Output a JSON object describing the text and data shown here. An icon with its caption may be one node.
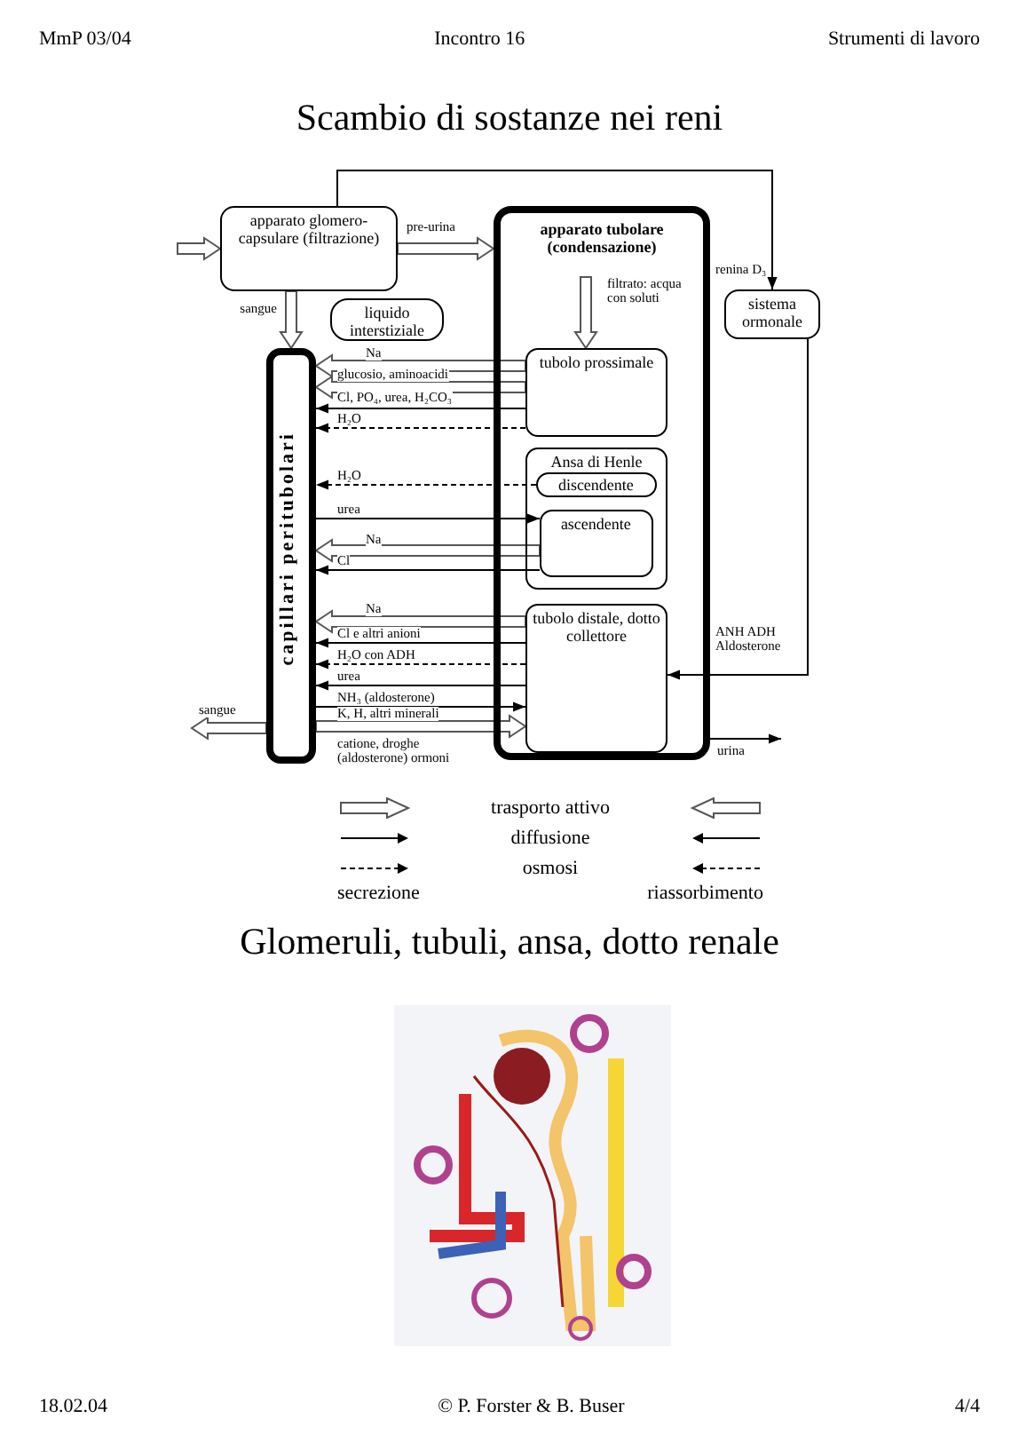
{
  "diagram": {
    "title": "Scambio di sostanze nei reni",
    "nodes": [
      {
        "text": [
          "apparato glomero-capsulare (filtrazione)"
        ]
      },
      {
        "text": [
          "liquido interstiziale"
        ]
      },
      {
        "text": [
          "apparato tubolare (condensazione)"
        ]
      },
      {
        "text": [
          "tubolo prossimale"
        ],
        "in": 2
      },
      {
        "text": [
          "Ansa di Henle"
        ],
        "in": 2
      },
      {
        "text": [
          "discendente"
        ],
        "in": 4
      },
      {
        "text": [
          "ascendente"
        ],
        "in": 4
      },
      {
        "text": [
          "tubolo distale, dotto collettore"
        ],
        "in": 2
      },
      {
        "text": [
          "sistema ormonale"
        ]
      },
      {
        "text": [
          "capillari peritubolari"
        ]
      }
    ],
    "edges": [
      {
        "from": null,
        "to": 0,
        "arrow": "to",
        "style": "thick"
      },
      {
        "from": 0,
        "to": 2,
        "arrow": "to",
        "label": "pre-urina",
        "style": "thick"
      },
      {
        "from": 0,
        "to": 9,
        "arrow": "to",
        "label": "sangue",
        "style": "thick"
      },
      {
        "from": 0,
        "to": 8,
        "arrow": "to",
        "label": "renina D₃"
      },
      {
        "from": null,
        "to": 3,
        "arrow": "to",
        "label": "filtrato: acqua con soluti",
        "style": "thick"
      },
      {
        "from": 3,
        "to": 9,
        "arrow": "to",
        "label": "Na",
        "style": "thick"
      },
      {
        "from": 3,
        "to": 9,
        "arrow": "to",
        "label": "glucosio, aminoacidi",
        "style": "thick"
      },
      {
        "from": 3,
        "to": 9,
        "arrow": "to",
        "label": "Cl, PO₄, urea, H₂CO₃"
      },
      {
        "from": 3,
        "to": 9,
        "arrow": "to",
        "label": "H₂O",
        "style": "dashed"
      },
      {
        "from": 5,
        "to": 9,
        "arrow": "to",
        "label": "H₂O",
        "style": "dashed"
      },
      {
        "from": 9,
        "to": 6,
        "arrow": "to",
        "label": "urea"
      },
      {
        "from": 6,
        "to": 9,
        "arrow": "to",
        "label": "Na",
        "style": "thick"
      },
      {
        "from": 6,
        "to": 9,
        "arrow": "to",
        "label": "Cl"
      },
      {
        "from": 7,
        "to": 9,
        "arrow": "to",
        "label": "Na",
        "style": "thick"
      },
      {
        "from": 7,
        "to": 9,
        "arrow": "to",
        "label": "Cl e altri anioni"
      },
      {
        "from": 7,
        "to": 9,
        "arrow": "to",
        "label": "H₂O con ADH",
        "style": "dashed"
      },
      {
        "from": 7,
        "to": 9,
        "arrow": "to",
        "label": "urea"
      },
      {
        "from": 9,
        "to": 7,
        "arrow": "to",
        "label": "NH₃ (aldosterone)"
      },
      {
        "from": 9,
        "to": 7,
        "arrow": "to",
        "label": "K, H, altri minerali",
        "style": "thick"
      },
      {
        "from": 9,
        "to": null,
        "arrow": "to",
        "label": "sangue",
        "style": "thick"
      },
      {
        "from": 2,
        "to": null,
        "arrow": "to",
        "label": "urina"
      },
      {
        "from": 8,
        "to": 7,
        "arrow": "to",
        "label": "ANH ADH Aldosterone"
      }
    ],
    "labels": [
      "MmP 03/04",
      "Incontro 16",
      "Strumenti di lavoro",
      "catione, droghe (aldosterone) ormoni",
      "secrezione",
      "riassorbimento",
      "Glomeruli, tubuli, ansa, dotto renale",
      "18.02.04",
      "© P. Forster & B. Buser",
      "4/4"
    ],
    "legend": [
      {
        "text": "trasporto attivo"
      },
      {
        "text": "diffusione"
      },
      {
        "text": "osmosi"
      }
    ]
  }
}
